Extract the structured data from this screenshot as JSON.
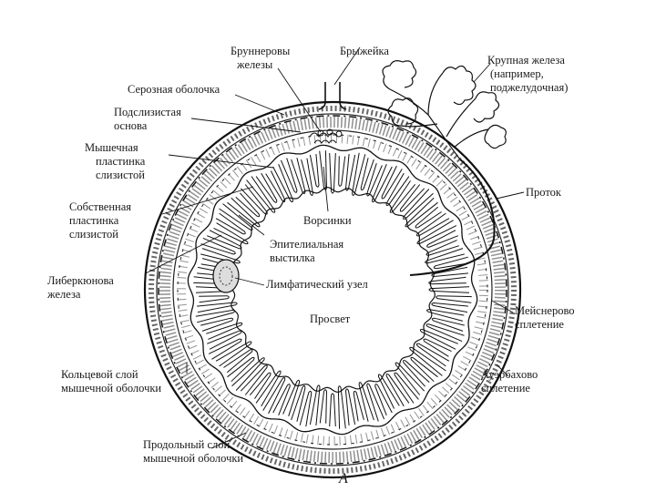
{
  "figure": {
    "letter": "А",
    "labels": {
      "brunner_glands": [
        "Бруннеровы",
        "железы"
      ],
      "mesentery": "Брыжейка",
      "large_gland": [
        "Крупная железа",
        "(например,",
        "поджелудочная)"
      ],
      "serosa": "Серозная оболочка",
      "submucosa": [
        "Подслизистая",
        "основа"
      ],
      "muscularis_mucosae": [
        "Мышечная",
        "пластинка",
        "слизистой"
      ],
      "lamina_propria": [
        "Собственная",
        "пластинка",
        "слизистой"
      ],
      "villi": "Ворсинки",
      "epithelium": [
        "Эпителиальная",
        "выстилка"
      ],
      "lymph_node": "Лимфатический узел",
      "lumen": "Просвет",
      "lieberkuhn_gland": [
        "Либеркюнова",
        "железа"
      ],
      "duct": "Проток",
      "meissner_plexus": [
        "Мейснерово",
        "сплетение"
      ],
      "auerbach_plexus": [
        "Ауэрбахово",
        "сплетение"
      ],
      "circular_layer": [
        "Кольцевой слой",
        "мышечной оболочки"
      ],
      "longitudinal_layer": [
        "Продольный слой",
        "мышечной оболочки"
      ]
    }
  }
}
